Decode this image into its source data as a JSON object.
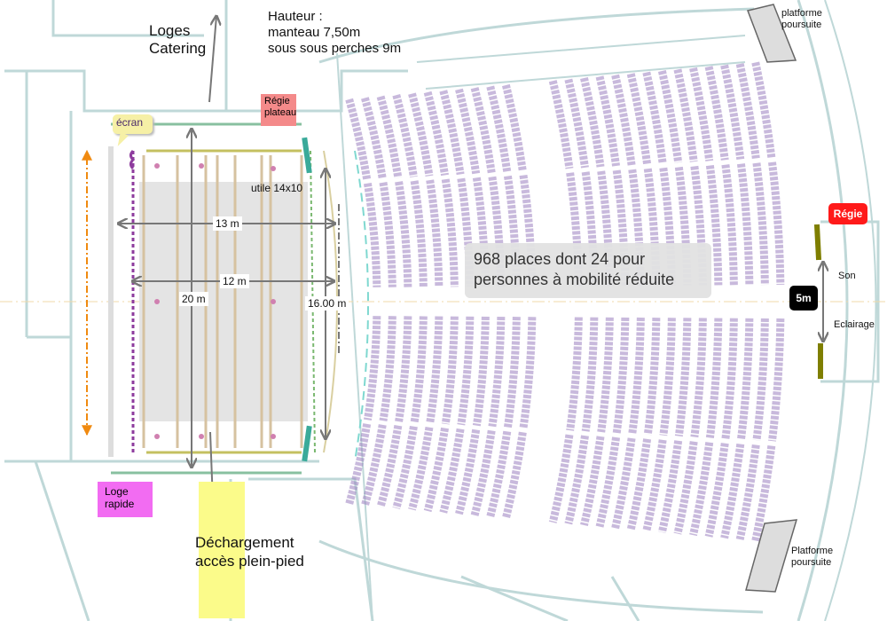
{
  "title_labels": {
    "loges": "Loges",
    "catering": "Catering",
    "hauteur": "Hauteur :",
    "manteau": "manteau 7,50m",
    "perches": "sous sous perches 9m"
  },
  "stage": {
    "regie_plateau_1": "Régie",
    "regie_plateau_2": "plateau",
    "ecran": "écran",
    "utile": "utile 14x10",
    "dim_13": "13 m",
    "dim_12": "12 m",
    "dim_20": "20 m",
    "dim_16": "16.00 m"
  },
  "audience": {
    "capacity_1": "968 places dont 24 pour",
    "capacity_2": "personnes à mobilité réduite"
  },
  "control": {
    "regie": "Régie",
    "dim_5m": "5m",
    "son": "Son",
    "eclairage": "Eclairage"
  },
  "platforms": {
    "top_1": "platforme",
    "top_2": "poursuite",
    "bottom_1": "Platforme",
    "bottom_2": "poursuite"
  },
  "bottom": {
    "loge_1": "Loge",
    "loge_2": "rapide",
    "dechargement": "Déchargement",
    "acces": "accès plein-pied"
  },
  "colors": {
    "seat": "#9b7fc0",
    "wall": "#b7d3d3",
    "regie_plateau": "#f48a8a",
    "loge_rapide": "#f26cf2",
    "dechargement": "#fbfb8a",
    "regie": "#ff1a1a",
    "ecran_bubble": "#f6f0a6"
  }
}
